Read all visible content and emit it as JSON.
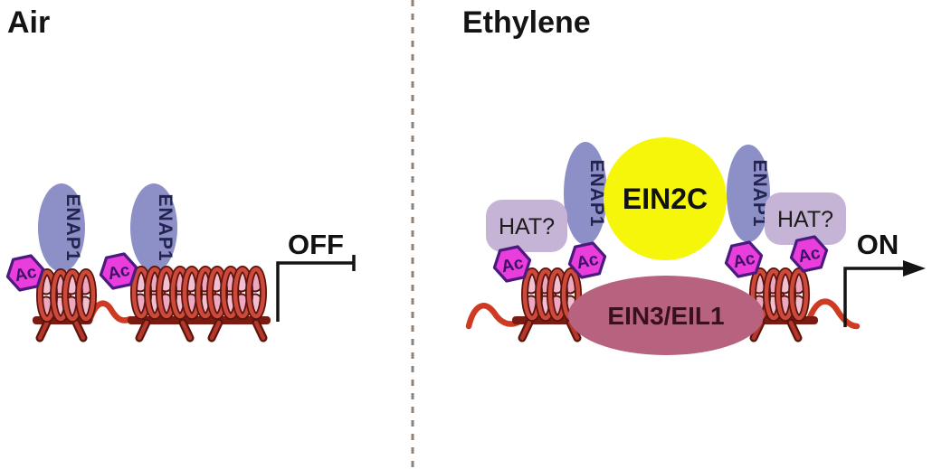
{
  "figure": {
    "left_panel": {
      "title": "Air",
      "enap1_label": "ENAP1",
      "ac_label": "Ac",
      "state_label": "OFF"
    },
    "right_panel": {
      "title": "Ethylene",
      "enap1_label": "ENAP1",
      "ac_label": "Ac",
      "hat_label": "HAT?",
      "ein2c_label": "EIN2C",
      "ein3_label": "EIN3/EIL1",
      "state_label": "ON"
    },
    "colors": {
      "enap1_fill": "#8d8fc7",
      "hat_fill": "#c6b4d6",
      "ac_fill": "#e93ddc",
      "ac_border": "#4b1a7e",
      "ein2c_fill": "#f6f60b",
      "ein3_fill": "#b7627f",
      "histone_pink_light": "#f2bfd0",
      "histone_pink_dark": "#eda7bf",
      "coil_red": "#cd4a3b",
      "coil_outline": "#5a140e",
      "dna_bar_dark_red": "#7a1a10",
      "dna_wave_red": "#cf3a22",
      "arrow_black": "#141414",
      "separator_gray": "#8d8178"
    }
  }
}
